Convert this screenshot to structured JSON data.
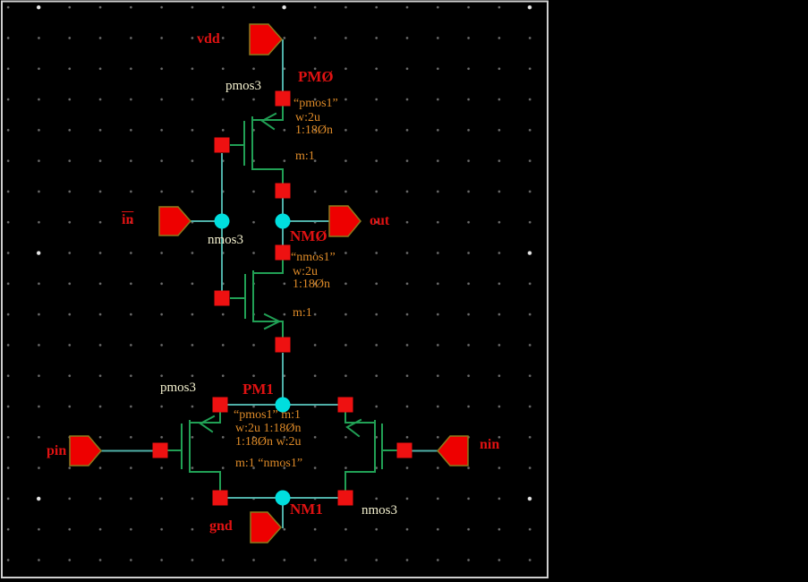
{
  "colors": {
    "wire": "#4fb0a8",
    "symbol": "#21a055",
    "terminal": "#ee1111",
    "junction": "#00dede",
    "pinfill": "#ee0000",
    "pinborder": "#8c7a1c",
    "labelred": "#e01212",
    "labelwhite": "#f2efcd",
    "labelorange": "#dd8a28",
    "gridminor": "#6b6b6b",
    "gridmajor": "#e8e8e8",
    "border": "#cfcfcf"
  },
  "labels": {
    "vdd": "vdd",
    "gnd": "gnd",
    "in": "in",
    "out": "out",
    "pin": "pin",
    "nin": "nin"
  },
  "instances": {
    "pm0": {
      "name": "PMØ",
      "cell": "pmos3",
      "model": "“pmos1”",
      "w": "w:2u",
      "l": "1:18Øn",
      "m": "m:1"
    },
    "nm0": {
      "name": "NMØ",
      "cell": "nmos3",
      "model": "“nmos1”",
      "w": "w:2u",
      "l": "1:18Øn",
      "m": "m:1"
    },
    "pm1": {
      "name": "PM1",
      "cell": "pmos3"
    },
    "nm1": {
      "name": "NM1",
      "cell": "nmos3"
    },
    "diff_pair_props": [
      "“pmos1” m:1",
      "w:2u 1:18Øn",
      "1:18Øn w:2u",
      "m:1 “nmos1”"
    ]
  }
}
